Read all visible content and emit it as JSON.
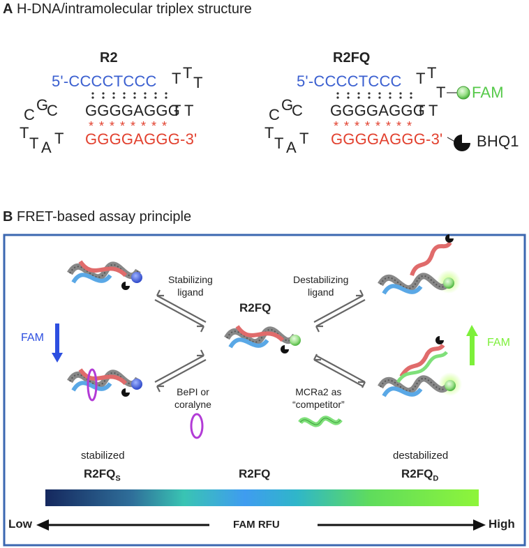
{
  "panel_a": {
    "letter": "A",
    "title": "H-DNA/intramolecular triplex structure",
    "r2": {
      "name": "R2",
      "top_strand": "5'-CCCCTCCC",
      "middle_strand": "GGGGAGGG",
      "bottom_strand": "GGGGAGGG-3'",
      "loop_top": [
        "T",
        "T",
        "T"
      ],
      "loop_right": [
        "T",
        "T"
      ],
      "loop_left": [
        "C",
        "G",
        "C"
      ],
      "loop_bottom": [
        "T",
        "T",
        "A",
        "T"
      ]
    },
    "r2fq": {
      "name": "R2FQ",
      "top_strand": "5'-CCCCTCCC",
      "middle_strand": "GGGGAGGG",
      "bottom_strand": "GGGGAGGG-3'",
      "fam_label": "FAM",
      "bhq_label": "BHQ1"
    }
  },
  "panel_b": {
    "letter": "B",
    "title": "FRET-based assay principle",
    "stabilizing_ligand": "Stabilizing\nligand",
    "destabilizing_ligand": "Destabilizing\nligand",
    "center_label": "R2FQ",
    "fam_left": "FAM",
    "fam_right": "FAM",
    "bepi_label": "BePI or\ncoralyne",
    "mcra2_label": "MCRa2 as\n“competitor”",
    "stabilized_label": "stabilized",
    "destabilized_label": "destabilized",
    "r2fqs_main": "R2FQ",
    "r2fqs_sub": "S",
    "r2fq_mid": "R2FQ",
    "r2fqd_main": "R2FQ",
    "r2fqd_sub": "D",
    "scale_low": "Low",
    "scale_mid": "FAM RFU",
    "scale_high": "High"
  },
  "colors": {
    "blue": "#3a5fd0",
    "red": "#e2412f",
    "green": "#56c94a",
    "frame": "#3b67b0"
  }
}
